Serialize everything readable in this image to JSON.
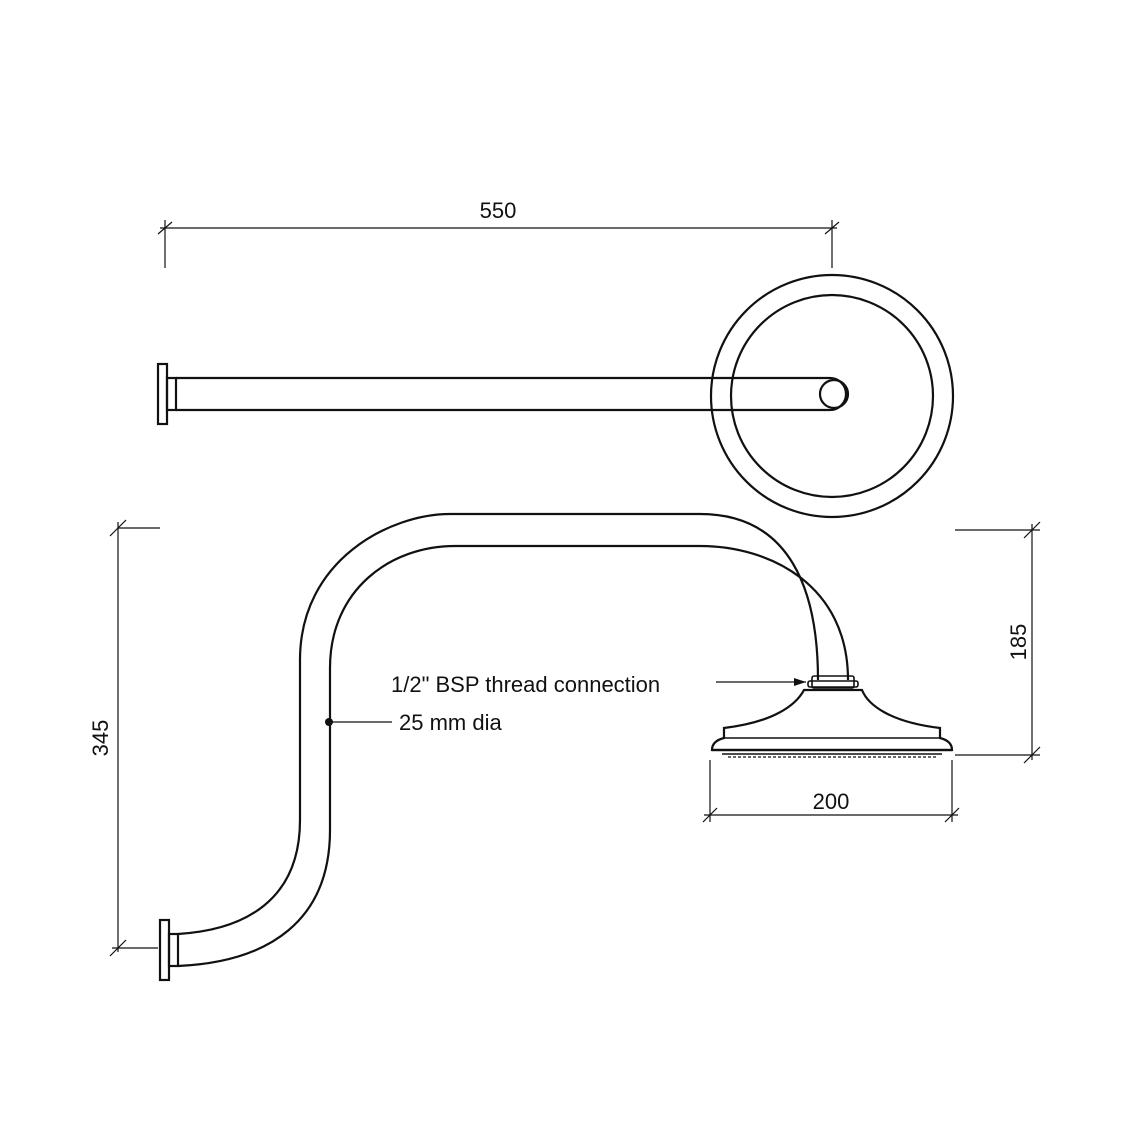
{
  "dimensions": {
    "arm_length": "550",
    "overall_drop": "345",
    "head_height": "185",
    "head_diameter": "200"
  },
  "callouts": {
    "thread": "1/2\" BSP thread connection",
    "pipe": "25 mm dia"
  }
}
